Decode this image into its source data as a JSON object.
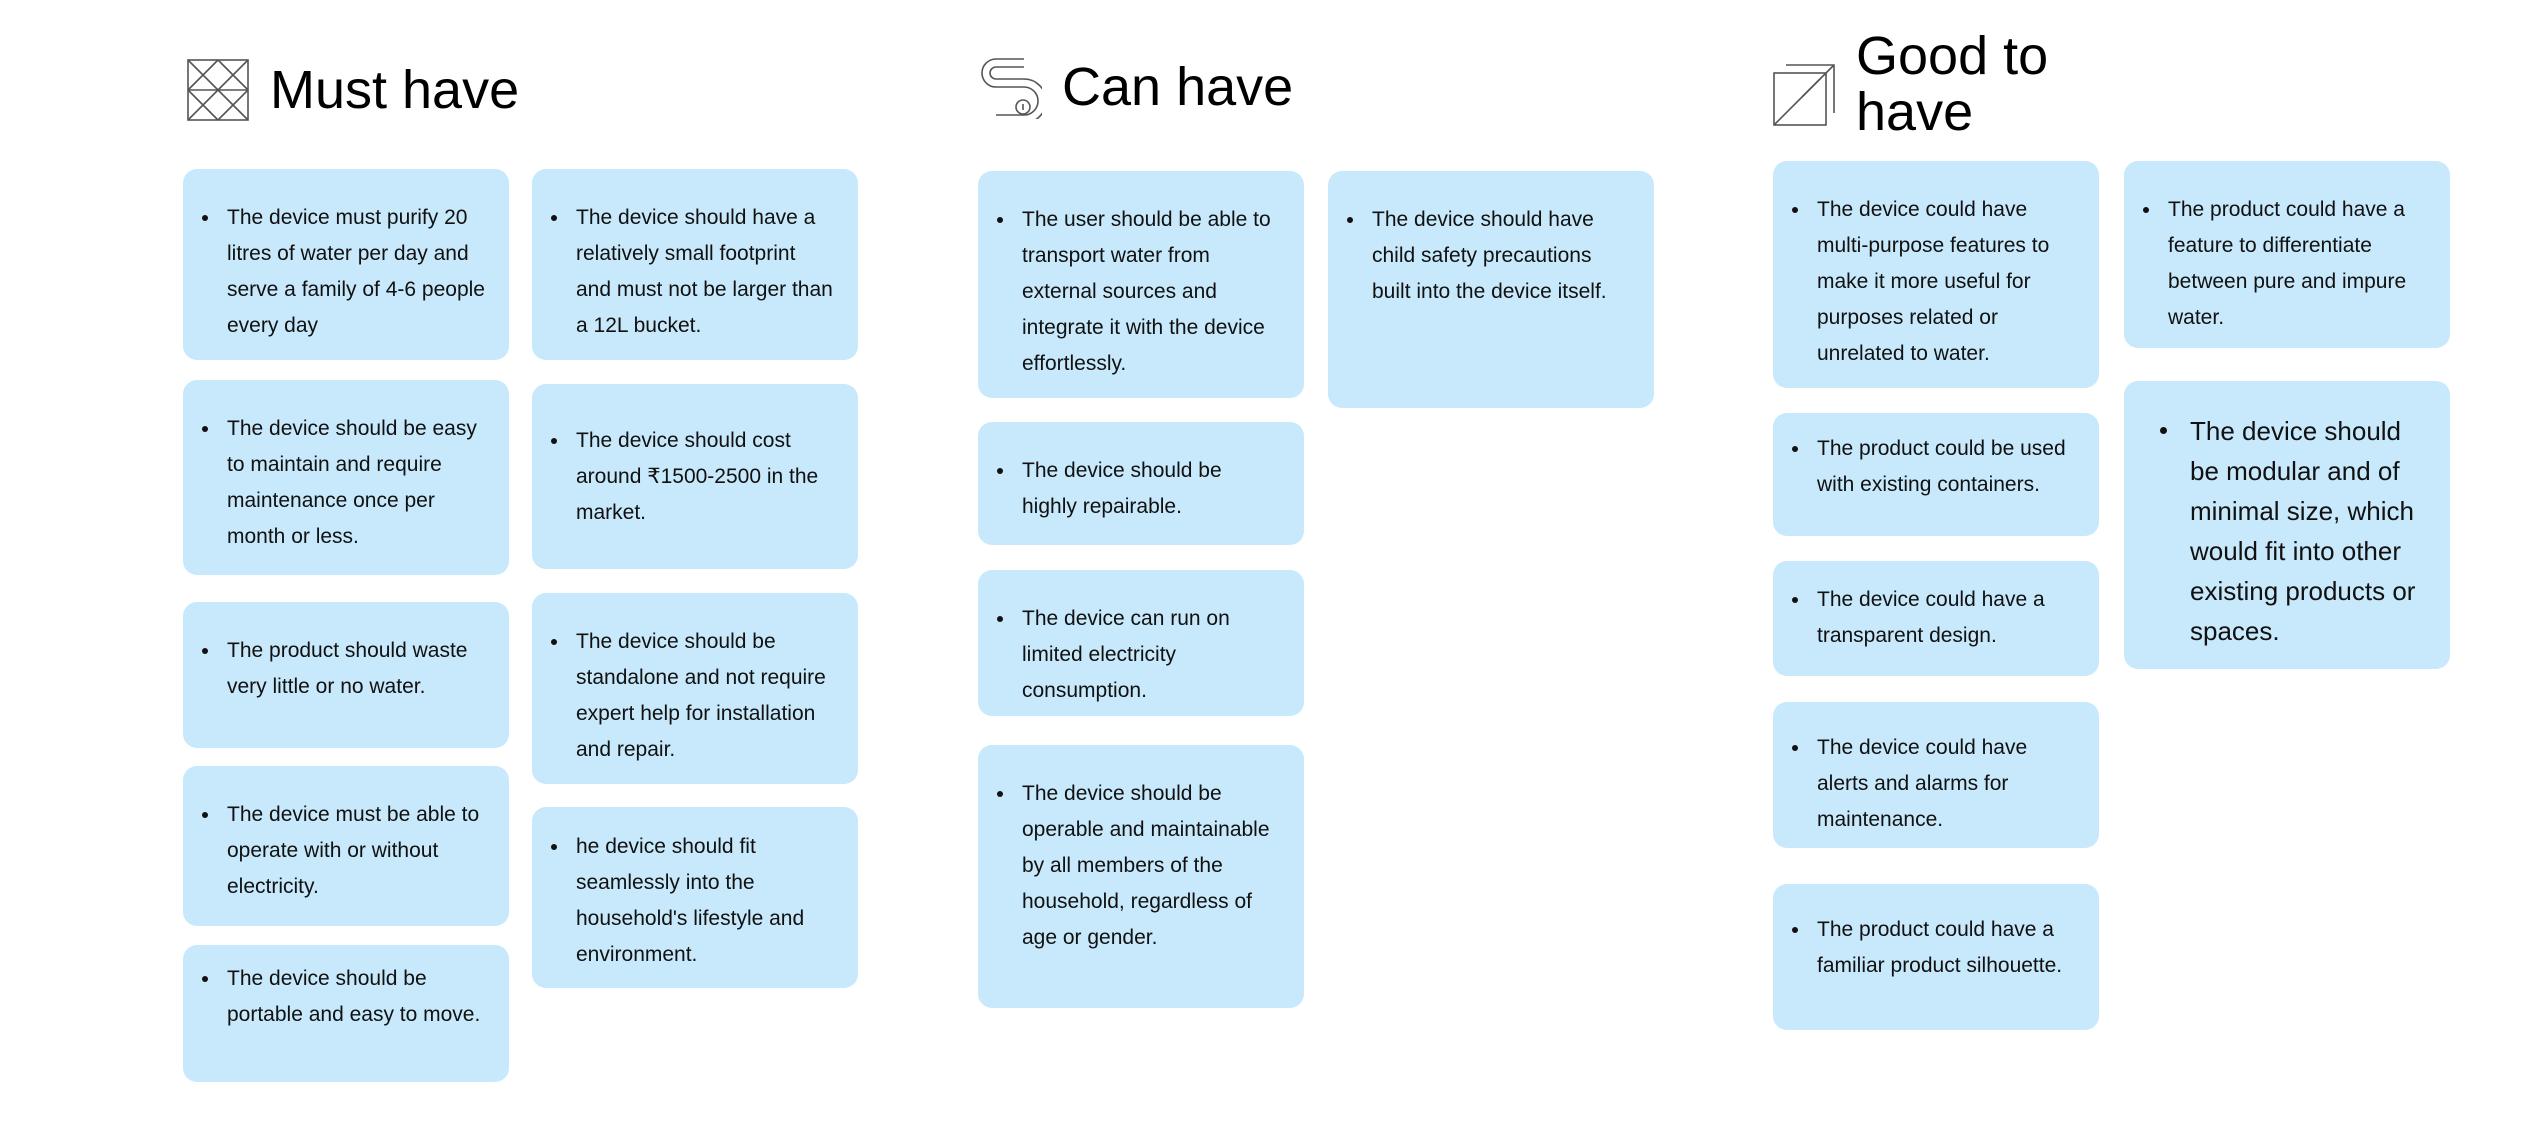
{
  "sections": {
    "must": {
      "title": "Must have",
      "icon": "crossed-squares-icon",
      "cards": [
        "The device must purify 20 litres of water per day and serve a family of 4-6 people every day",
        "The device should be easy to maintain and require maintenance once per month or less.",
        "The product should waste very little or no water.",
        "The device must be able to operate with or without electricity.",
        "The device should be portable and easy to move.",
        "The device should have a relatively small footprint and must not be larger than a 12L bucket.",
        "The device should cost around ₹1500-2500 in the market.",
        "The device should be standalone and not require expert help for installation and repair.",
        "he device should fit seamlessly into the household's lifestyle and environment."
      ]
    },
    "can": {
      "title": "Can have",
      "icon": "pipe-curve-icon",
      "cards": [
        "The user should be able to transport water from external sources and integrate it with the device effortlessly.",
        "The device should be highly repairable.",
        "The device can run on limited electricity consumption.",
        "The device should be operable and maintainable by all members of the household, regardless of age or gender.",
        "The device should have child safety precautions built into the device itself."
      ]
    },
    "good": {
      "title": "Good to have",
      "icon": "diagonal-frame-icon",
      "cards": [
        "The device could have multi-purpose features to make it more useful for purposes related or unrelated to water.",
        "The product could be used with existing containers.",
        "The device could have a transparent design.",
        "The device could have alerts and alarms for maintenance.",
        "The product could have a familiar product silhouette.",
        "The product could have a feature to differentiate between pure and impure water.",
        "The device should be modular and of minimal size, which would fit into other existing products or spaces."
      ]
    }
  },
  "colors": {
    "card_background": "#c7e9fb",
    "text": "#111111",
    "icon_stroke": "#555555"
  }
}
